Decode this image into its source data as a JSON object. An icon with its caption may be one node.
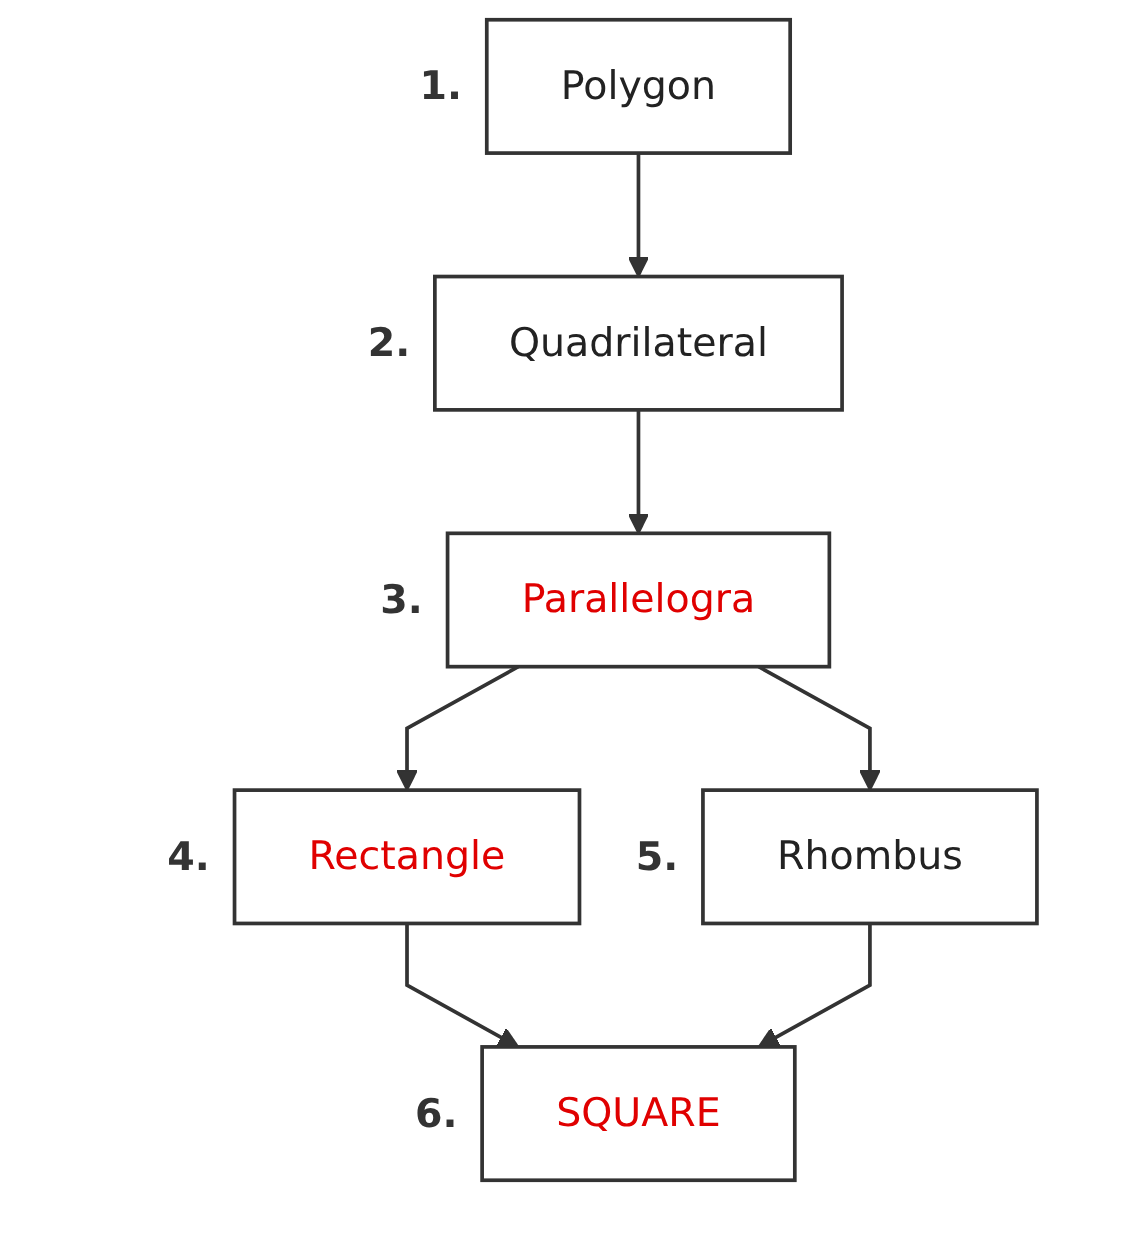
{
  "diagram": {
    "nodes": [
      {
        "text": [
          "Polygon"
        ],
        "beside": [
          "1."
        ]
      },
      {
        "text": [
          "Quadrilateral"
        ],
        "beside": [
          "2."
        ]
      },
      {
        "text": [
          "Parallelogra"
        ],
        "beside": [
          "3."
        ]
      },
      {
        "text": [
          "Rectangle"
        ],
        "beside": [
          "4."
        ]
      },
      {
        "text": [
          "Rhombus"
        ],
        "beside": [
          "5."
        ]
      },
      {
        "text": [
          "SQUARE"
        ],
        "beside": [
          "6."
        ]
      }
    ],
    "edges": [
      {
        "from": 0,
        "to": 1,
        "arrow": "to"
      },
      {
        "from": 1,
        "to": 2,
        "arrow": "to"
      },
      {
        "from": 2,
        "to": 3,
        "arrow": "to"
      },
      {
        "from": 2,
        "to": 4,
        "arrow": "to"
      },
      {
        "from": 3,
        "to": 5,
        "arrow": "to"
      },
      {
        "from": 4,
        "to": 5,
        "arrow": "to"
      }
    ]
  }
}
